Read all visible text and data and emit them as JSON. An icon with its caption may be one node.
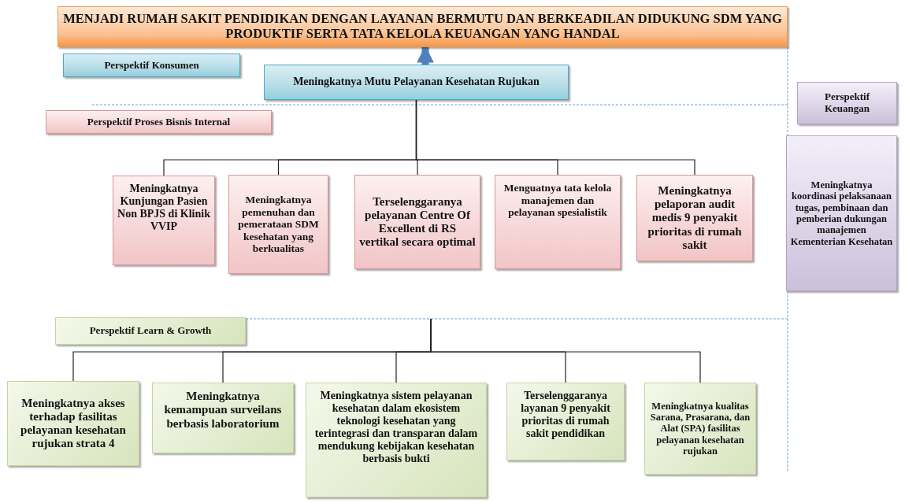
{
  "diagram": {
    "nodes": [
      {
        "text": [
          "MENJADI RUMAH SAKIT PENDIDIKAN DENGAN LAYANAN BERMUTU DAN BERKEADILAN DIDUKUNG SDM YANG PRODUKTIF SERTA TATA KELOLA KEUANGAN YANG HANDAL"
        ]
      },
      {
        "text": [
          "Perspektif Konsumen"
        ]
      },
      {
        "text": [
          "Meningkatnya Mutu Pelayanan Kesehatan Rujukan"
        ]
      },
      {
        "text": [
          "Perspektif Proses Bisnis Internal"
        ]
      },
      {
        "text": [
          "Meningkatnya Kunjungan Pasien Non BPJS di Klinik VVIP"
        ]
      },
      {
        "text": [
          "Meningkatnya pemenuhan dan pemerataan SDM kesehatan yang berkualitas"
        ]
      },
      {
        "text": [
          "Terselenggaranya pelayanan Centre Of Excellent di RS vertikal secara optimal"
        ]
      },
      {
        "text": [
          "Menguatnya tata kelola manajemen dan pelayanan spesialistik"
        ]
      },
      {
        "text": [
          "Meningkatnya pelaporan audit medis 9 penyakit prioritas di rumah sakit"
        ]
      },
      {
        "text": [
          "Perspektif Learn & Growth"
        ]
      },
      {
        "text": [
          "Meningkatnya akses terhadap fasilitas pelayanan kesehatan rujukan strata 4"
        ]
      },
      {
        "text": [
          "Meningkatnya kemampuan surveilans berbasis laboratorium"
        ]
      },
      {
        "text": [
          "Meningkatnya sistem pelayanan kesehatan dalam ekosistem teknologi kesehatan yang terintegrasi dan transparan dalam mendukung kebijakan kesehatan berbasis bukti"
        ]
      },
      {
        "text": [
          "Terselenggaranya layanan 9 penyakit prioritas di rumah sakit pendidikan"
        ]
      },
      {
        "text": [
          "Meningkatnya kualitas Sarana, Prasarana, dan Alat (SPA) fasilitas pelayanan kesehatan rujukan"
        ]
      },
      {
        "text": [
          "Perspektif Keuangan"
        ]
      },
      {
        "text": [
          "Meningkatnya koordinasi pelaksanaan tugas, pembinaan dan pemberian dukungan manajemen Kementerian Kesehatan"
        ]
      }
    ],
    "edges": [
      {
        "from": 2,
        "to": 0,
        "arrow": "to",
        "style": "thick",
        "color": "#4f81bd"
      },
      {
        "from": 2,
        "to": 4,
        "arrow": "none"
      },
      {
        "from": 2,
        "to": 5,
        "arrow": "none"
      },
      {
        "from": 2,
        "to": 6,
        "arrow": "none"
      },
      {
        "from": 2,
        "to": 7,
        "arrow": "none"
      },
      {
        "from": 2,
        "to": 8,
        "arrow": "none"
      },
      {
        "from": null,
        "to": 10,
        "arrow": "none"
      },
      {
        "from": null,
        "to": 11,
        "arrow": "none"
      },
      {
        "from": null,
        "to": 12,
        "arrow": "none"
      },
      {
        "from": null,
        "to": 13,
        "arrow": "none"
      },
      {
        "from": null,
        "to": 14,
        "arrow": "none"
      }
    ]
  }
}
